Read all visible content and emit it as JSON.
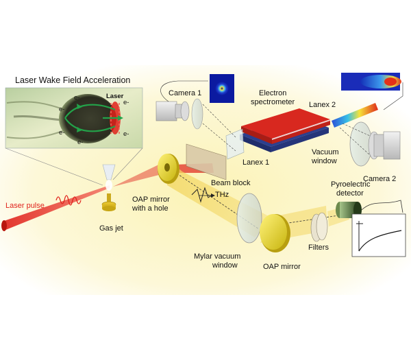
{
  "title": "Laser Wake Field Acceleration",
  "inset": {
    "laser_label": "Laser",
    "electron_label": "e-"
  },
  "labels": {
    "laser_pulse": "Laser pulse",
    "gas_jet": "Gas jet",
    "oap_hole_1": "OAP mirror",
    "oap_hole_2": "with a hole",
    "beam_block": "Beam block",
    "thz": "THz",
    "camera1": "Camera 1",
    "electron_spec_1": "Electron",
    "electron_spec_2": "spectrometer",
    "lanex1": "Lanex 1",
    "lanex2": "Lanex 2",
    "vacuum_window_1": "Vacuum",
    "vacuum_window_2": "window",
    "camera2": "Camera 2",
    "pyro_1": "Pyroelectric",
    "pyro_2": "detector",
    "filters": "Filters",
    "mylar_1": "Mylar vacuum",
    "mylar_2": "window",
    "oap_mirror": "OAP mirror"
  },
  "colors": {
    "background_glow": "#fbf3b6",
    "laser": "#e0221b",
    "thz_beam": "#f2d45a",
    "mirror": "#e8d21a",
    "magnet_red": "#d8281f",
    "magnet_blue": "#2c3f8f",
    "electron_path": "#23a34a"
  }
}
